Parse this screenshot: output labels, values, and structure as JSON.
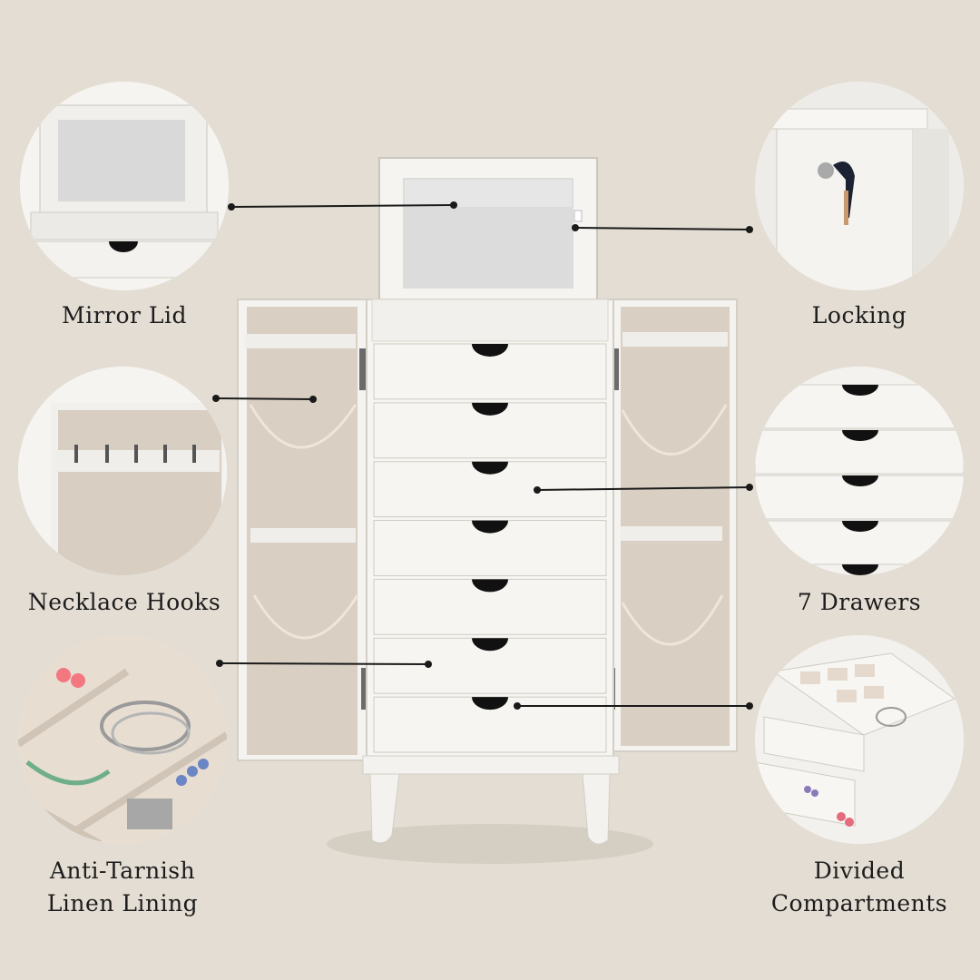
{
  "features": {
    "mirror_lid": "Mirror Lid",
    "locking": "Locking",
    "necklace_hooks": "Necklace Hooks",
    "drawers": "7 Drawers",
    "lining_line1": "Anti-Tarnish",
    "lining_line2": "Linen Lining",
    "compartments_line1": "Divided",
    "compartments_line2": "Compartments"
  },
  "colors": {
    "background": "#e4ddd3",
    "cabinet": "#f4f3ef",
    "lining": "#d9cfc3",
    "mirror": "#dcdcdc",
    "callout_line": "#1a1a1a"
  },
  "product": {
    "drawer_count": 7
  }
}
